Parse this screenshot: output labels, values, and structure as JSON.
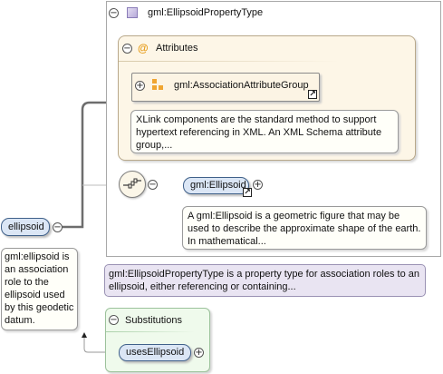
{
  "type_box": {
    "title": "gml:EllipsoidPropertyType"
  },
  "attributes": {
    "title": "Attributes",
    "symbol": "@"
  },
  "attribute_group": {
    "name": "gml:AssociationAttributeGroup",
    "note": "XLink components are the standard method to support hypertext referencing in XML. An XML Schema attribute group,..."
  },
  "child_element": {
    "name": "gml:Ellipsoid",
    "note": "A gml:Ellipsoid is a geometric figure that may be used to describe the approximate shape of the earth. In mathematical..."
  },
  "root_element": {
    "name": "ellipsoid",
    "note": "gml:ellipsoid is an association role to the ellipsoid used by this geodetic datum."
  },
  "type_note": "gml:EllipsoidPropertyType is a property type for association roles to an ellipsoid, either referencing or containing...",
  "substitutions": {
    "title": "Substitutions",
    "items": [
      "usesEllipsoid"
    ]
  },
  "symbols": {
    "collapse": "−",
    "expand": "+",
    "jump": "↗"
  },
  "icons": {
    "type": "complex-type-square-icon",
    "group": "attribute-group-icon",
    "sequence": "sequence-compositor-icon",
    "jump": "jump-to-definition-icon"
  },
  "colors": {
    "element_fill": "#dbe6f5",
    "element_border": "#40618a",
    "attributes_fill": "#fdf6e7",
    "type_note_fill": "#e9e4f2",
    "substitutions_fill": "#effaec",
    "attribute_symbol": "#e69b17"
  }
}
